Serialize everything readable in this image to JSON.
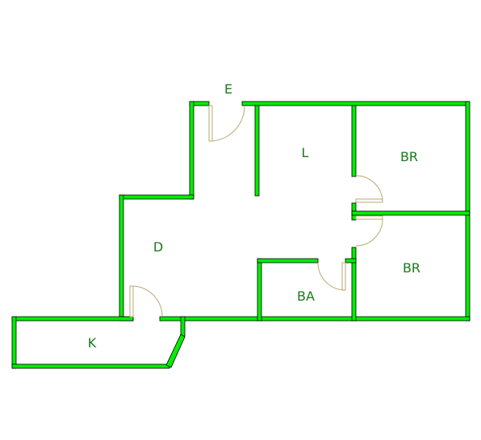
{
  "colors": {
    "wall_fill": "#00ee00",
    "wall_outline": "#000000",
    "door_swing": "#b8a870",
    "label": "#1a7a1a",
    "background": "#ffffff"
  },
  "rooms": {
    "entry": {
      "label": "E"
    },
    "living": {
      "label": "L"
    },
    "bedroom_top": {
      "label": "BR"
    },
    "bedroom_bottom": {
      "label": "BR"
    },
    "dining": {
      "label": "D"
    },
    "bath": {
      "label": "BA"
    },
    "kitchen": {
      "label": "K"
    }
  }
}
